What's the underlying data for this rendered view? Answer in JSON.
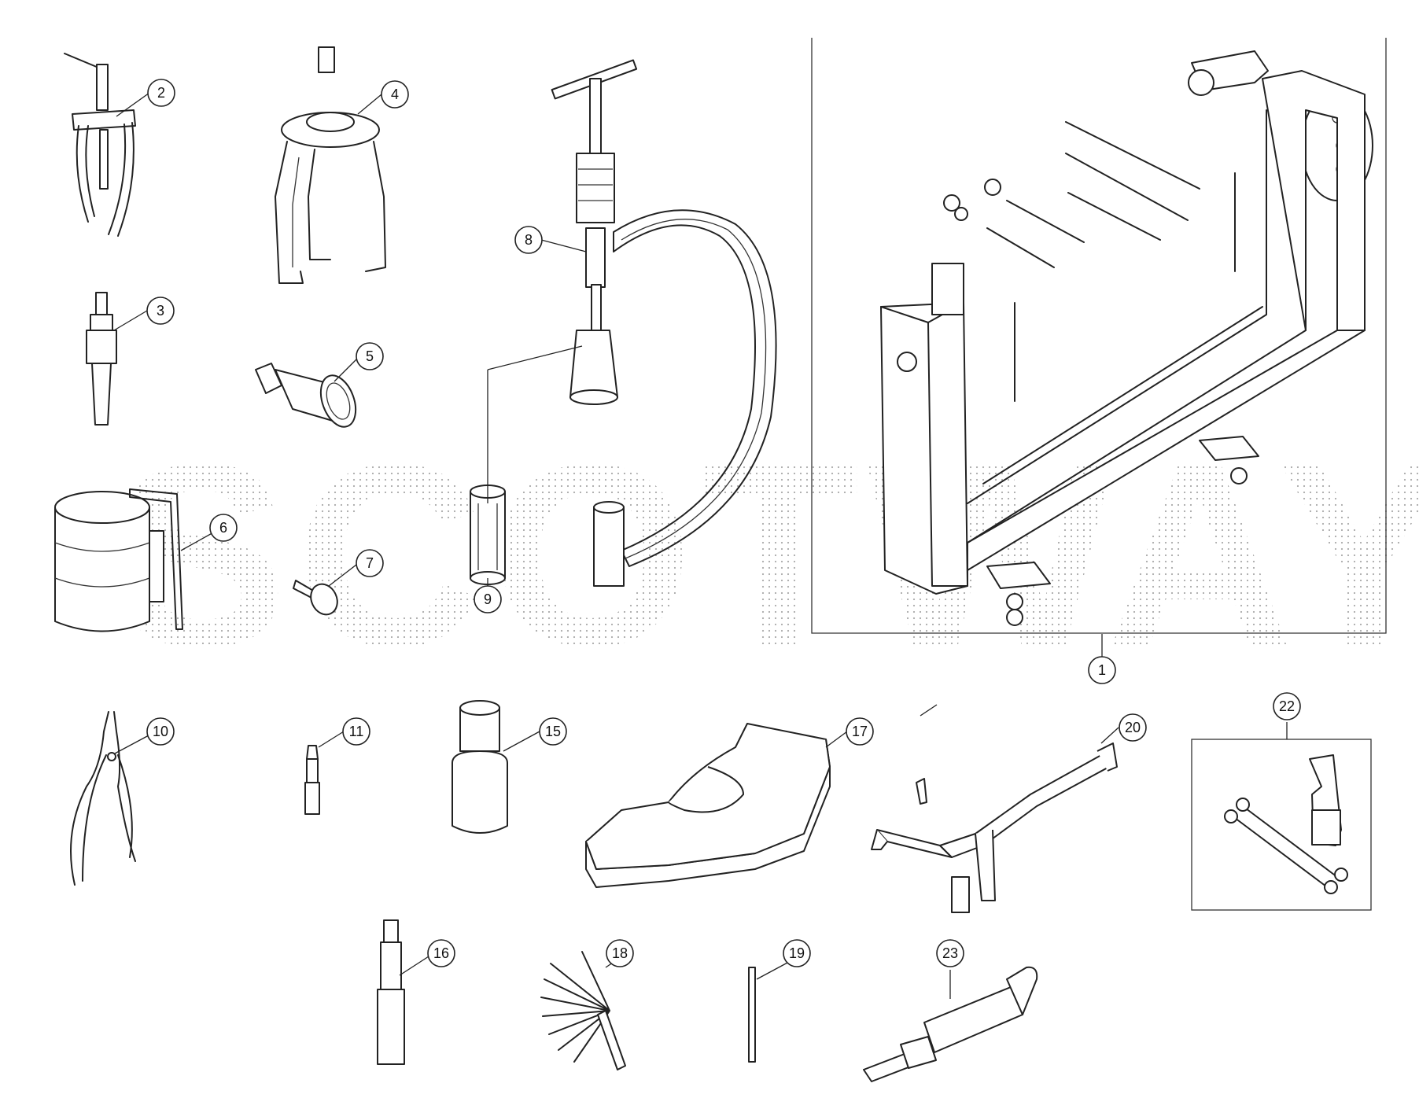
{
  "watermark": {
    "text": "SCOTWAY"
  },
  "callouts": [
    {
      "id": "c1",
      "label": "1"
    },
    {
      "id": "c2",
      "label": "2"
    },
    {
      "id": "c3",
      "label": "3"
    },
    {
      "id": "c4",
      "label": "4"
    },
    {
      "id": "c5",
      "label": "5"
    },
    {
      "id": "c6",
      "label": "6"
    },
    {
      "id": "c7",
      "label": "7"
    },
    {
      "id": "c8",
      "label": "8"
    },
    {
      "id": "c9",
      "label": "9"
    },
    {
      "id": "c10",
      "label": "10"
    },
    {
      "id": "c11",
      "label": "11"
    },
    {
      "id": "c15",
      "label": "15"
    },
    {
      "id": "c16",
      "label": "16"
    },
    {
      "id": "c17",
      "label": "17"
    },
    {
      "id": "c18",
      "label": "18"
    },
    {
      "id": "c19",
      "label": "19"
    },
    {
      "id": "c20",
      "label": "20"
    },
    {
      "id": "c22",
      "label": "22"
    },
    {
      "id": "c23",
      "label": "23"
    }
  ]
}
